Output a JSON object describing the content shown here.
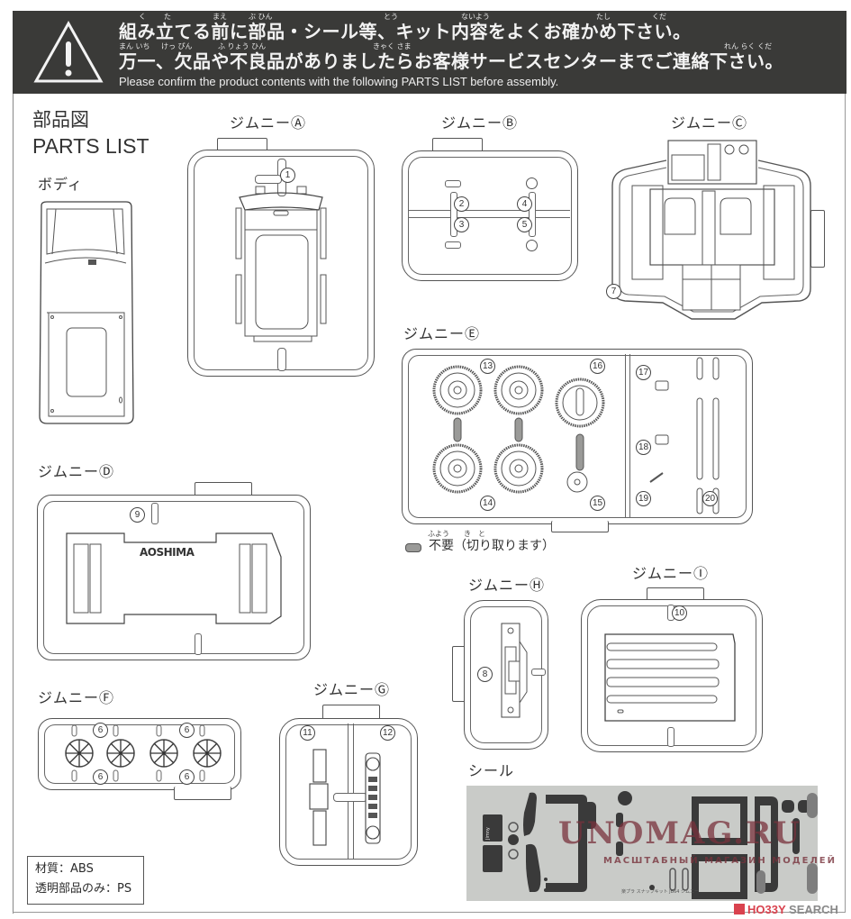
{
  "banner": {
    "line1": "組み立てる前に部品・シール等、キット内容をよくお確かめ下さい。",
    "line1_ruby": [
      "く",
      "た",
      "まえ",
      "ぶ ひん",
      "とう",
      "ないよう",
      "たし",
      "くだ"
    ],
    "line2": "万一、欠品や不良品がありましたらお客様サービスセンターまでご連絡下さい。",
    "line2_ruby": [
      "まん いち",
      "けっ ぴん",
      "ふ りょう ひん",
      "きゃく さま",
      "れん らく くだ"
    ],
    "english": "Please confirm the product contents with the following PARTS LIST before assembly.",
    "icon": "warning-triangle-icon"
  },
  "heading": {
    "jp": "部品図",
    "en": "PARTS LIST"
  },
  "body_label": "ボディ",
  "runners": {
    "A": {
      "label": "ジムニーⒶ",
      "parts": [
        "1"
      ]
    },
    "B": {
      "label": "ジムニーⒷ",
      "parts": [
        "2",
        "3",
        "4",
        "5"
      ]
    },
    "C": {
      "label": "ジムニーⒸ",
      "parts": [
        "7"
      ]
    },
    "D": {
      "label": "ジムニーⒹ",
      "parts": [
        "9"
      ],
      "logo": "AOSHIMA"
    },
    "E": {
      "label": "ジムニーⒺ",
      "parts": [
        "13",
        "14",
        "15",
        "16",
        "17",
        "18",
        "19",
        "20"
      ]
    },
    "F": {
      "label": "ジムニーⒻ",
      "parts": [
        "6",
        "6",
        "6",
        "6"
      ]
    },
    "G": {
      "label": "ジムニーⒼ",
      "parts": [
        "11",
        "12"
      ]
    },
    "H": {
      "label": "ジムニーⒽ",
      "parts": [
        "8"
      ]
    },
    "I": {
      "label": "ジムニーⒾ",
      "parts": [
        "10"
      ]
    }
  },
  "legend": {
    "ruby": "ふよう　　き　と",
    "text": "不要（切り取ります）",
    "swatch_color": "#9a9a98"
  },
  "material": {
    "line1": "材質：ABS",
    "line2": "透明部品のみ：PS"
  },
  "stickers": {
    "label": "シール",
    "caption": "楽プラ スナップキット JB64 ジムニー",
    "jimny_text": "Jimny",
    "sheet_color": "#c9cbc8"
  },
  "watermark": {
    "main": "UNOMAG.RU",
    "sub": "МАСШТАБНЫЙ МАГАЗИН МОДЕЛЕЙ",
    "color": "#7a323c"
  },
  "hobby_search": {
    "part1": "HO33Y",
    "part2": "SEARCH",
    "color1": "#d9424e",
    "color2": "#8a8a8a"
  },
  "colors": {
    "banner_bg": "#3a3a38",
    "line": "#555555"
  }
}
